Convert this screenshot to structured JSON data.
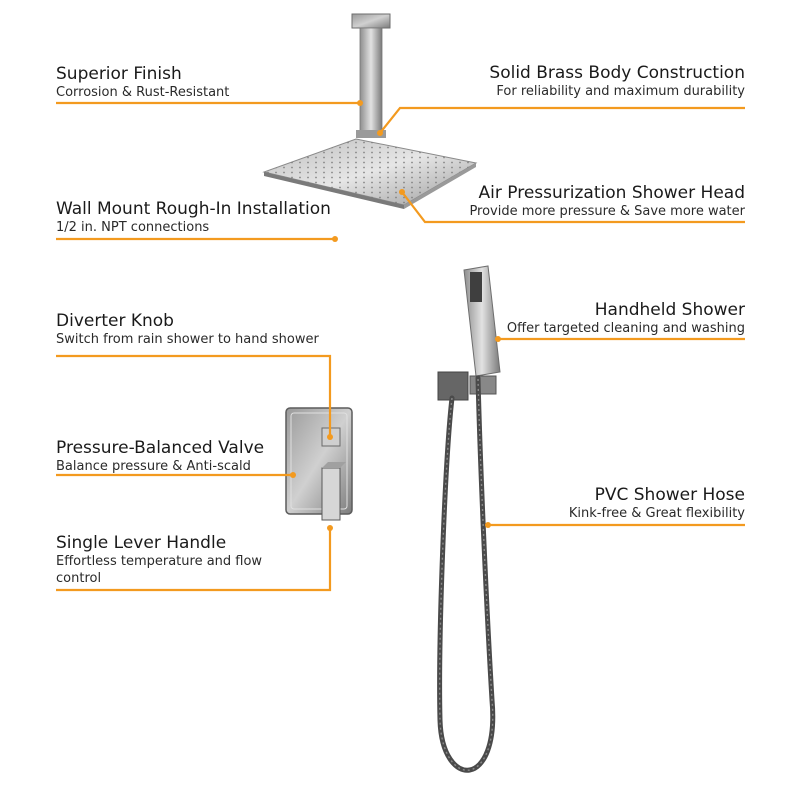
{
  "colors": {
    "accent": "#f39a1f",
    "metal_light": "#dcdcdc",
    "metal_mid": "#a8a8a8",
    "metal_dark": "#5e5e5e",
    "hose": "#4a4a4a"
  },
  "callouts": {
    "superior_finish": {
      "title": "Superior Finish",
      "sub": "Corrosion & Rust-Resistant"
    },
    "solid_brass": {
      "title": "Solid Brass Body Construction",
      "sub": "For reliability and maximum durability"
    },
    "air_pressurization": {
      "title": "Air Pressurization Shower Head",
      "sub": "Provide more pressure & Save more water"
    },
    "wall_mount": {
      "title": "Wall Mount Rough-In Installation",
      "sub": "1/2 in. NPT connections"
    },
    "diverter_knob": {
      "title": "Diverter Knob",
      "sub": "Switch from rain shower to hand shower"
    },
    "handheld_shower": {
      "title": "Handheld Shower",
      "sub": "Offer targeted cleaning and washing"
    },
    "pressure_valve": {
      "title": "Pressure-Balanced Valve",
      "sub": "Balance pressure & Anti-scald"
    },
    "pvc_hose": {
      "title": "PVC Shower Hose",
      "sub": "Kink-free & Great flexibility"
    },
    "single_lever": {
      "title": "Single Lever Handle",
      "sub": "Effortless temperature and  flow control"
    }
  }
}
